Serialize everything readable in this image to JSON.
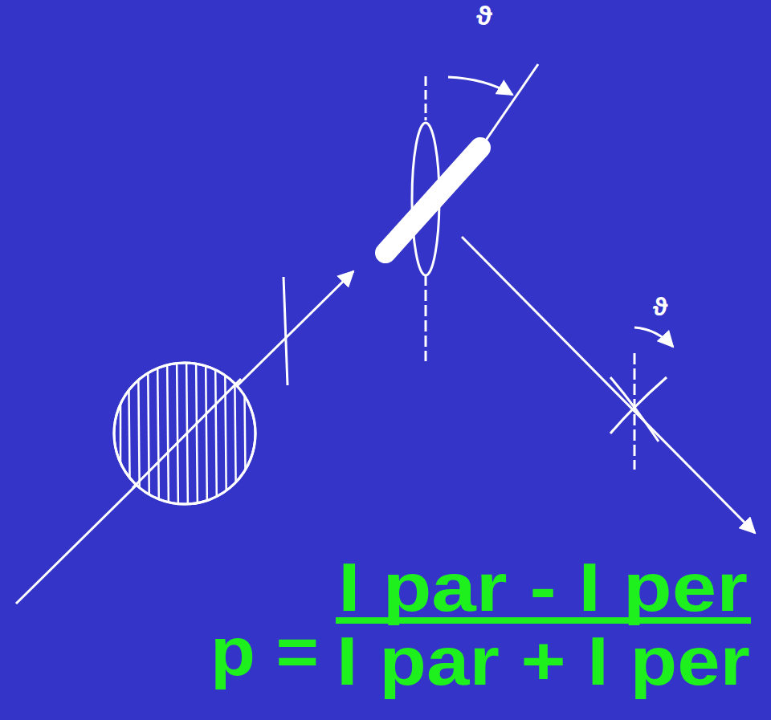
{
  "diagram": {
    "labels": [
      "ϑ",
      "ϑ",
      "p =",
      "I par - I per",
      "I par + I per"
    ]
  }
}
